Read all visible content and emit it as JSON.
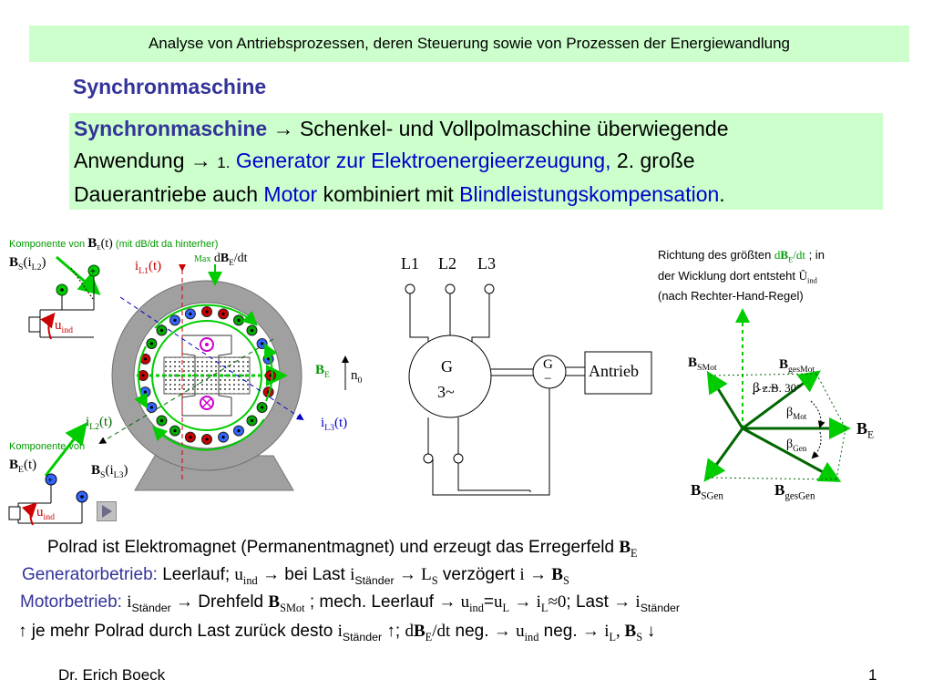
{
  "header": "Analyse von Antriebsprozessen, deren Steuerung sowie von Prozessen der Energiewandlung",
  "title": "Synchronmaschine",
  "intro": {
    "bold_term": "Synchronmaschine",
    "arrow": "→",
    "l1_rest": " Schenkel- und Vollpolmaschine überwiegende",
    "l2_a": "Anwendung ",
    "l2_num1": "1.",
    "l2_gen": "Generator zur Elektroenergieerzeugung,",
    "l2_b": " 2. große",
    "l3_a": "Dauerantriebe auch ",
    "l3_motor": "Motor",
    "l3_b": " kombiniert mit ",
    "l3_blind": "Blindleistungskompensation",
    "l3_end": "."
  },
  "machine": {
    "komp_top_a": "Komponente von ",
    "komp_top_B": "B",
    "komp_top_E": "E",
    "komp_top_t": "(t)",
    "komp_top_b": " (mit  dB/dt da  hinterher)",
    "max_label": "Max",
    "dbdt_d": "d",
    "dbdt_B": "B",
    "dbdt_E": "E",
    "dbdt_dt": "/dt",
    "bs_il2_B": "B",
    "bs_il2_S": "S",
    "bs_il2_a": "(i",
    "bs_il2_L": "L2",
    "bs_il2_b": ")",
    "il1_i": "i",
    "il1_L": "L1",
    "il1_t": "(t)",
    "uind_u": "u",
    "uind_sub": "ind",
    "be_B": "B",
    "be_E": "E",
    "n0_n": "n",
    "n0_sub": "0",
    "il2_i": "i",
    "il2_L": "L2",
    "il2_t": "(t)",
    "il3_i": "i",
    "il3_L": "L3",
    "il3_t": "(t)",
    "komp_bottom": "Komponente von",
    "be_t_B": "B",
    "be_t_E": "E",
    "be_t_t": "(t)",
    "bs_il3_B": "B",
    "bs_il3_S": "S",
    "bs_il3_a": "(i",
    "bs_il3_L": "L3",
    "bs_il3_b": ")",
    "uind2_u": "u",
    "uind2_sub": "ind"
  },
  "circuit": {
    "l1": "L1",
    "l2": "L2",
    "l3": "L3",
    "gen_g": "G",
    "gen_3": "3~",
    "dc_g": "G",
    "dc_minus": "−",
    "antrieb": "Antrieb"
  },
  "vector": {
    "note_l1_a": "Richtung des größten ",
    "note_l1_d": "d",
    "note_l1_B": "B",
    "note_l1_E": "E",
    "note_l1_dt": "/dt",
    "note_l1_b": " ; in",
    "note_l2_a": "der Wicklung dort entsteht ",
    "note_l2_U": "Û",
    "note_l2_sub": "ind",
    "note_l3": "(nach Rechter-Hand-Regel)",
    "bsmot_B": "B",
    "bsmot_sub": "SMot",
    "bgesmot_B": "B",
    "bgesmot_sub": "gesMot",
    "beta_z": "β",
    "zb": " z.B. 30°",
    "betamot_b": "β",
    "betamot_sub": "Mot",
    "be_B": "B",
    "be_E": "E",
    "betagen_b": "β",
    "betagen_sub": "Gen",
    "bsgen_B": "B",
    "bsgen_sub": "SGen",
    "bgesgen_B": "B",
    "bgesgen_sub": "gesGen"
  },
  "text": {
    "p1_a": "Polrad ist Elektromagnet (Permanentmagnet) und erzeugt das Erregerfeld ",
    "p1_B": "B",
    "p1_E": "E",
    "p2_label": "Generatorbetrieb:",
    "p2_a": " Leerlauf; ",
    "p2_u": "u",
    "p2_ind": "ind",
    "p2_b": " → bei Last ",
    "p2_i": "i",
    "p2_st": "Ständer",
    "p2_c": " → ",
    "p2_L": "L",
    "p2_S": "S",
    "p2_d": " verzögert  ",
    "p2_i2": "i",
    "p2_e": " → ",
    "p2_B": "B",
    "p2_S2": "S",
    "p3_label": "Motorbetrieb:",
    "p3_a": " ",
    "p3_i": "i",
    "p3_st": "Ständer",
    "p3_b": " → Drehfeld ",
    "p3_B": "B",
    "p3_SMot": "SMot",
    "p3_c": " ; mech. Leerlauf → ",
    "p3_u": "u",
    "p3_ind": "ind",
    "p3_eq": "=",
    "p3_u2": "u",
    "p3_L": "L",
    "p3_d": " → ",
    "p3_i2": "i",
    "p3_L2": "L",
    "p3_approx": "≈0",
    "p3_e": "; Last → ",
    "p3_i3": "i",
    "p3_st2": "Ständer",
    "p4_a": "↑ je mehr Polrad durch Last zurück desto ",
    "p4_i": "i",
    "p4_st": "Ständer",
    "p4_b": " ↑; ",
    "p4_d": "d",
    "p4_B": "B",
    "p4_E": "E",
    "p4_dt": "/dt",
    "p4_c": " neg. → ",
    "p4_u": "u",
    "p4_ind": "ind",
    "p4_e": " neg. → ",
    "p4_i2": "i",
    "p4_L": "L",
    "p4_comma": ", ",
    "p4_B2": "B",
    "p4_S": "S",
    "p4_down": " ↓"
  },
  "footer": {
    "author": "Dr. Erich Boeck",
    "page": "1"
  },
  "icons": {
    "play": "play-icon"
  },
  "colors": {
    "header_bg": "#ccffcc",
    "title": "#333399",
    "accent_blue": "#0000cc",
    "accent_red": "#cc0000",
    "arrow_green": "#00cc00",
    "stator_gray": "#9a9a9a"
  }
}
